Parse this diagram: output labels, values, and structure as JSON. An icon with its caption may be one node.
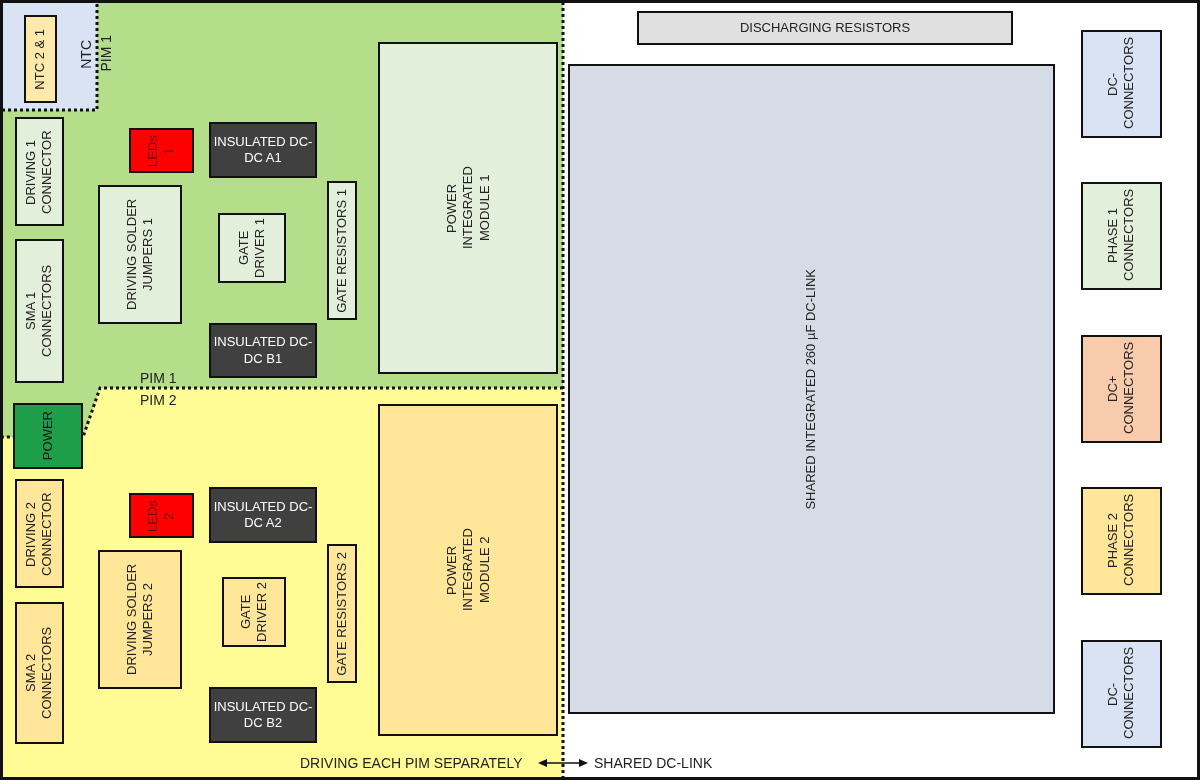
{
  "diagram": {
    "nodes": [
      {
        "text": [
          "NTC 2 & 1"
        ]
      },
      {
        "text": [
          "DISCHARGING RESISTORS"
        ]
      },
      {
        "text": [
          "DC- CONNECTORS"
        ]
      },
      {
        "text": [
          "DRIVING 1 CONNECTOR"
        ]
      },
      {
        "text": [
          "LEDs 1"
        ]
      },
      {
        "text": [
          "INSULATED DC-DC A1"
        ]
      },
      {
        "text": [
          "DRIVING SOLDER JUMPERS 1"
        ]
      },
      {
        "text": [
          "GATE DRIVER 1"
        ]
      },
      {
        "text": [
          "GATE RESISTORS 1"
        ]
      },
      {
        "text": [
          "POWER INTEGRATED MODULE 1"
        ]
      },
      {
        "text": [
          "SHARED INTEGRATED 260 µF DC-LINK"
        ]
      },
      {
        "text": [
          "PHASE 1 CONNECTORS"
        ]
      },
      {
        "text": [
          "SMA 1 CONNECTORS"
        ]
      },
      {
        "text": [
          "INSULATED DC-DC B1"
        ]
      },
      {
        "text": [
          "POWER"
        ]
      },
      {
        "text": [
          "DC+ CONNECTORS"
        ]
      },
      {
        "text": [
          "POWER INTEGRATED MODULE 2"
        ]
      },
      {
        "text": [
          "DRIVING 2 CONNECTOR"
        ]
      },
      {
        "text": [
          "LEDs 2"
        ]
      },
      {
        "text": [
          "INSULATED DC-DC A2"
        ]
      },
      {
        "text": [
          "PHASE 2 CONNECTORS"
        ]
      },
      {
        "text": [
          "DRIVING SOLDER JUMPERS 2"
        ]
      },
      {
        "text": [
          "GATE DRIVER 2"
        ]
      },
      {
        "text": [
          "GATE RESISTORS 2"
        ]
      },
      {
        "text": [
          "SMA 2 CONNECTORS"
        ]
      },
      {
        "text": [
          "INSULATED DC-DC B2"
        ]
      },
      {
        "text": [
          "DC- CONNECTORS"
        ]
      }
    ],
    "edges": [],
    "labels": [
      "NTC",
      "PIM 1",
      "PIM 1",
      "PIM 2",
      "DRIVING EACH PIM SEPARATELY",
      "SHARED DC-LINK"
    ]
  }
}
